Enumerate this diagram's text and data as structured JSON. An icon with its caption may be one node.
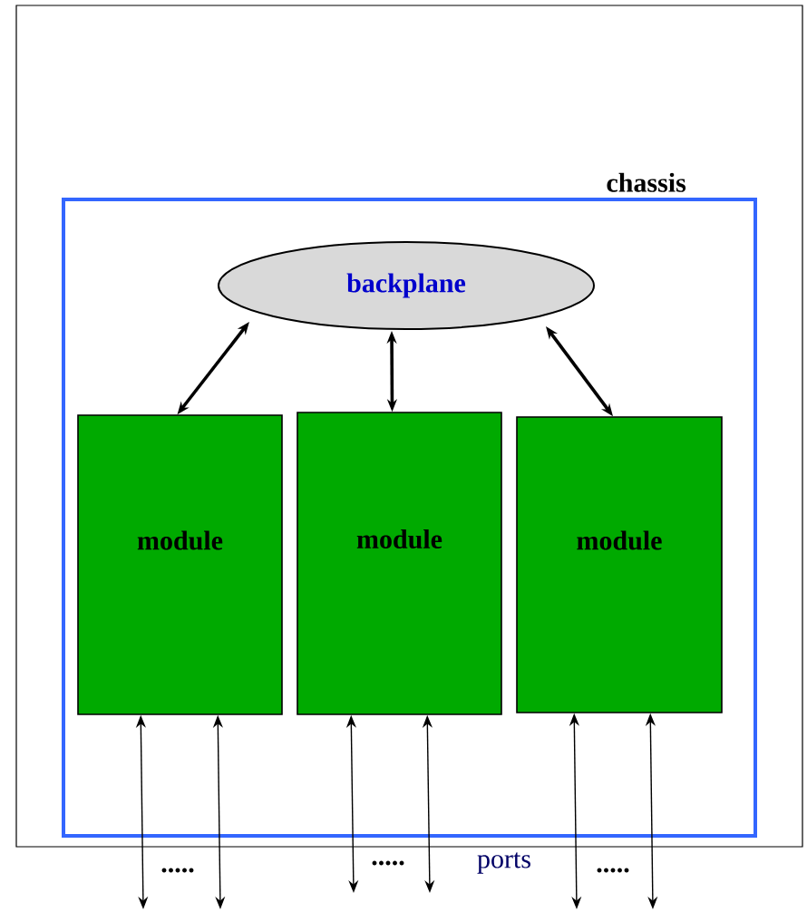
{
  "diagram": {
    "nodes": [
      {
        "text": [
          "chassis"
        ]
      },
      {
        "text": [
          "backplane"
        ],
        "in": 0
      },
      {
        "text": [
          "module"
        ],
        "in": 0
      },
      {
        "text": [
          "module"
        ],
        "in": 0
      },
      {
        "text": [
          "module"
        ],
        "in": 0
      }
    ],
    "edges": [
      {
        "from": 1,
        "to": 2,
        "arrow": "both",
        "style": "thick"
      },
      {
        "from": 1,
        "to": 3,
        "arrow": "both",
        "style": "thick"
      },
      {
        "from": 1,
        "to": 4,
        "arrow": "both",
        "style": "thick"
      },
      {
        "from": 2,
        "to": null,
        "arrow": "both"
      },
      {
        "from": 2,
        "to": null,
        "arrow": "both"
      },
      {
        "from": 3,
        "to": null,
        "arrow": "both"
      },
      {
        "from": 3,
        "to": null,
        "arrow": "both"
      },
      {
        "from": 4,
        "to": null,
        "arrow": "both"
      },
      {
        "from": 4,
        "to": null,
        "arrow": "both"
      }
    ],
    "labels": [
      ".....",
      ".....",
      "ports",
      "....."
    ]
  }
}
